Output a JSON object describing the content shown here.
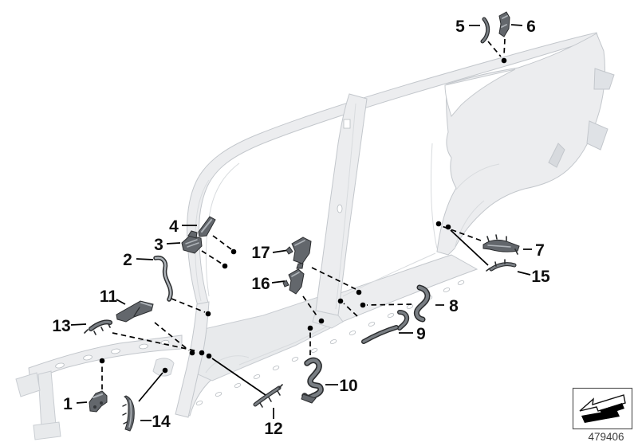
{
  "figure": {
    "kind": "vehicle-body-parts-callout-diagram",
    "drawing_number": "479406",
    "colors": {
      "background": "#ffffff",
      "body_fill": "#ecedef",
      "body_stroke": "#c3c7cc",
      "part_fill": "#63676c",
      "leader_line": "#000000",
      "label_text": "#101010"
    },
    "callouts": [
      {
        "label": "1"
      },
      {
        "label": "2"
      },
      {
        "label": "3"
      },
      {
        "label": "4"
      },
      {
        "label": "5"
      },
      {
        "label": "6"
      },
      {
        "label": "7"
      },
      {
        "label": "8"
      },
      {
        "label": "9"
      },
      {
        "label": "10"
      },
      {
        "label": "11"
      },
      {
        "label": "12"
      },
      {
        "label": "13"
      },
      {
        "label": "14"
      },
      {
        "label": "15"
      },
      {
        "label": "16"
      },
      {
        "label": "17"
      }
    ]
  }
}
